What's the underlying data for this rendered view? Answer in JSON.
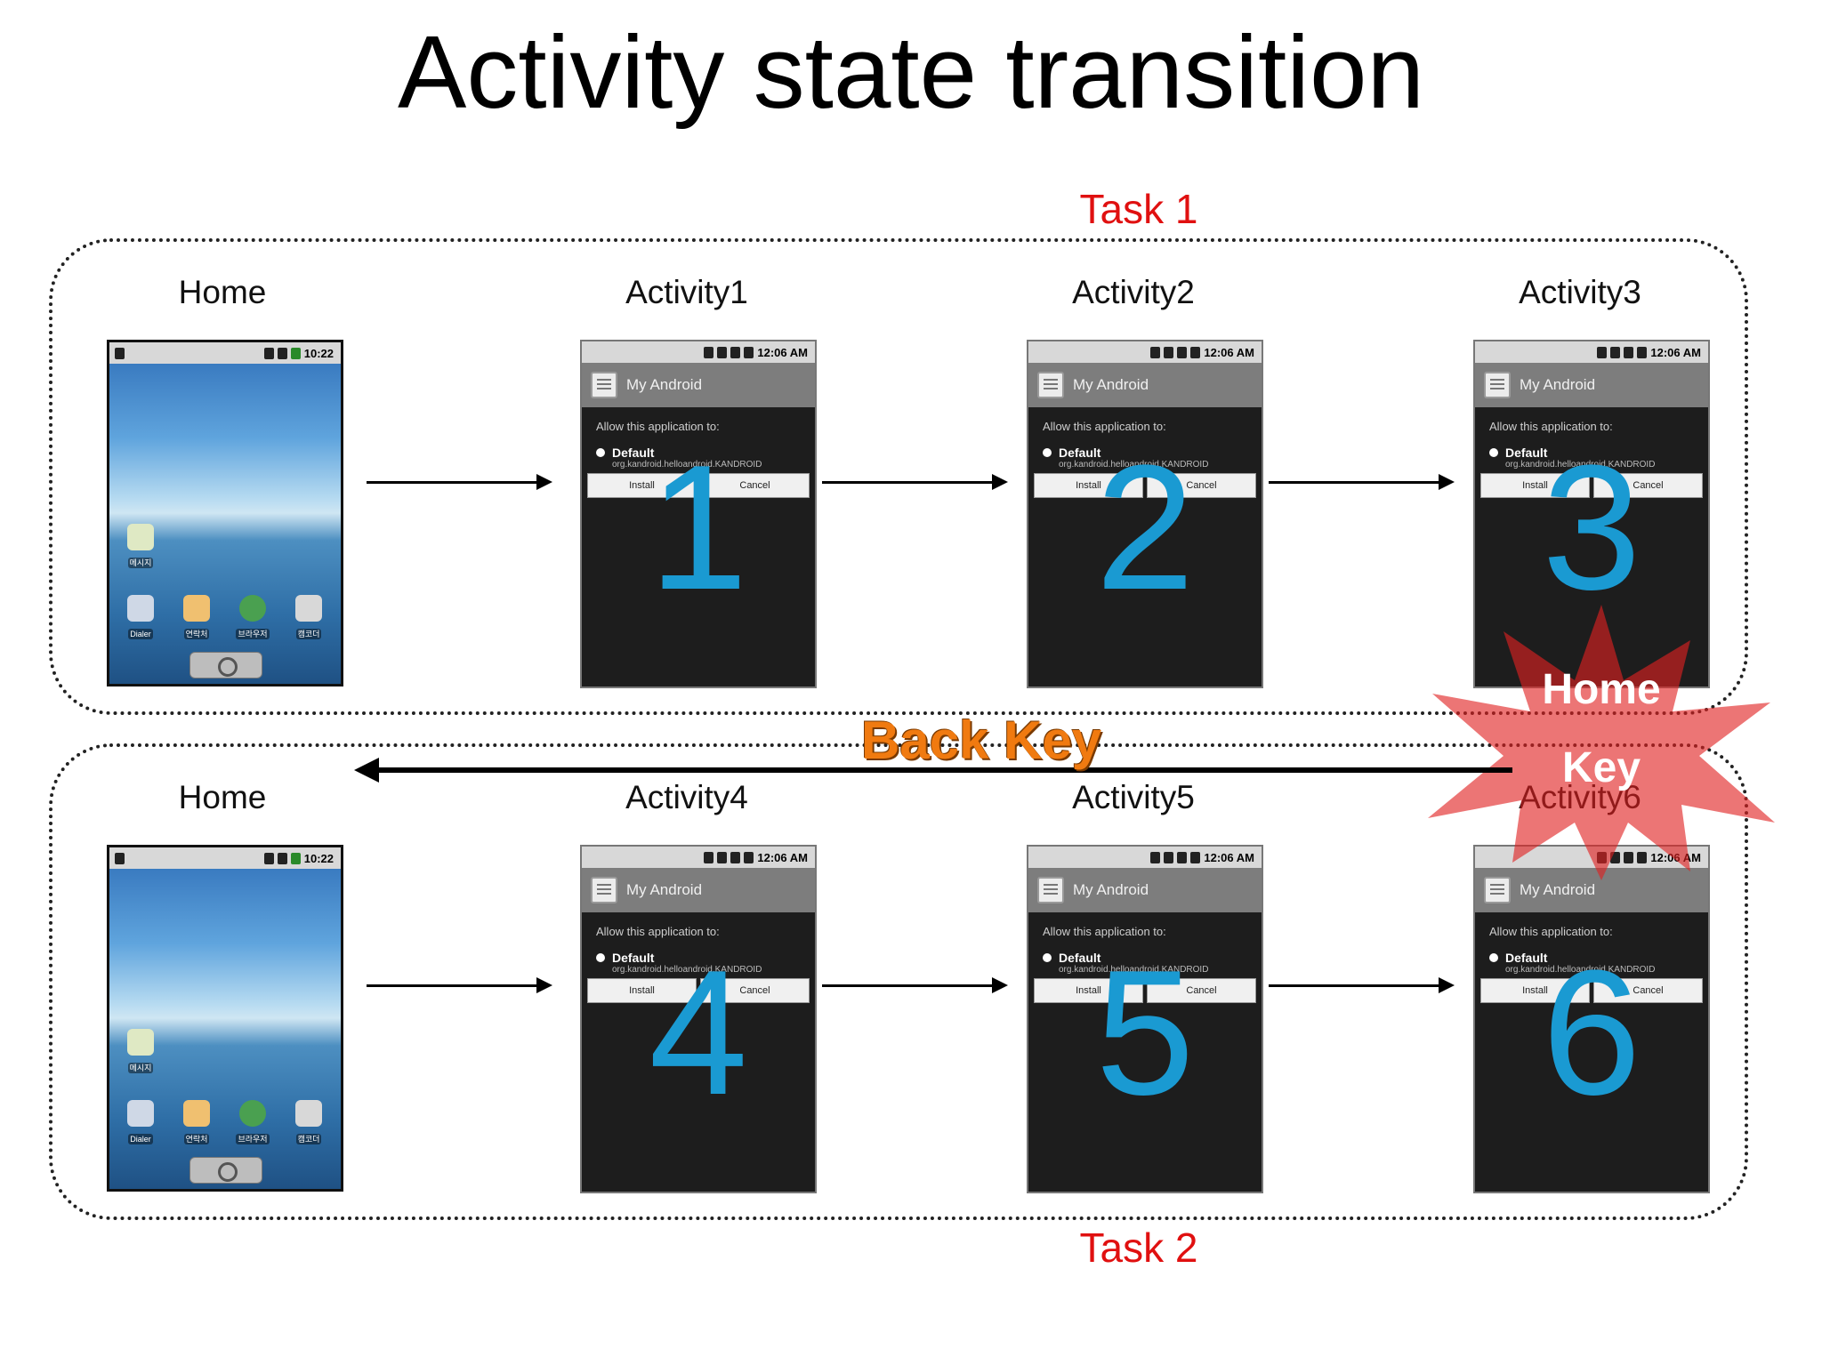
{
  "title": "Activity state transition",
  "task1": {
    "label": "Task 1"
  },
  "task2": {
    "label": "Task 2"
  },
  "row1": [
    "Home",
    "Activity1",
    "Activity2",
    "Activity3"
  ],
  "row2": [
    "Home",
    "Activity4",
    "Activity5",
    "Activity6"
  ],
  "numbers": [
    "1",
    "2",
    "3",
    "4",
    "5",
    "6"
  ],
  "dialog": {
    "time": "12:06 AM",
    "app_title": "My Android",
    "allow_text": "Allow this application to:",
    "option_title": "Default",
    "option_sub": "org.kandroid.helloandroid.KANDROID",
    "install": "Install",
    "cancel": "Cancel"
  },
  "home_screen": {
    "time": "10:22",
    "message_app": "메시지",
    "dock": [
      "Dialer",
      "연락처",
      "브라우저",
      "캠코더"
    ]
  },
  "back_key": "Back Key",
  "home_key": [
    "Home",
    "Key"
  ],
  "colors": {
    "task_label": "#e01010",
    "number": "#1a9ad2",
    "back_key": "#f07a10",
    "burst": "#e02020"
  }
}
